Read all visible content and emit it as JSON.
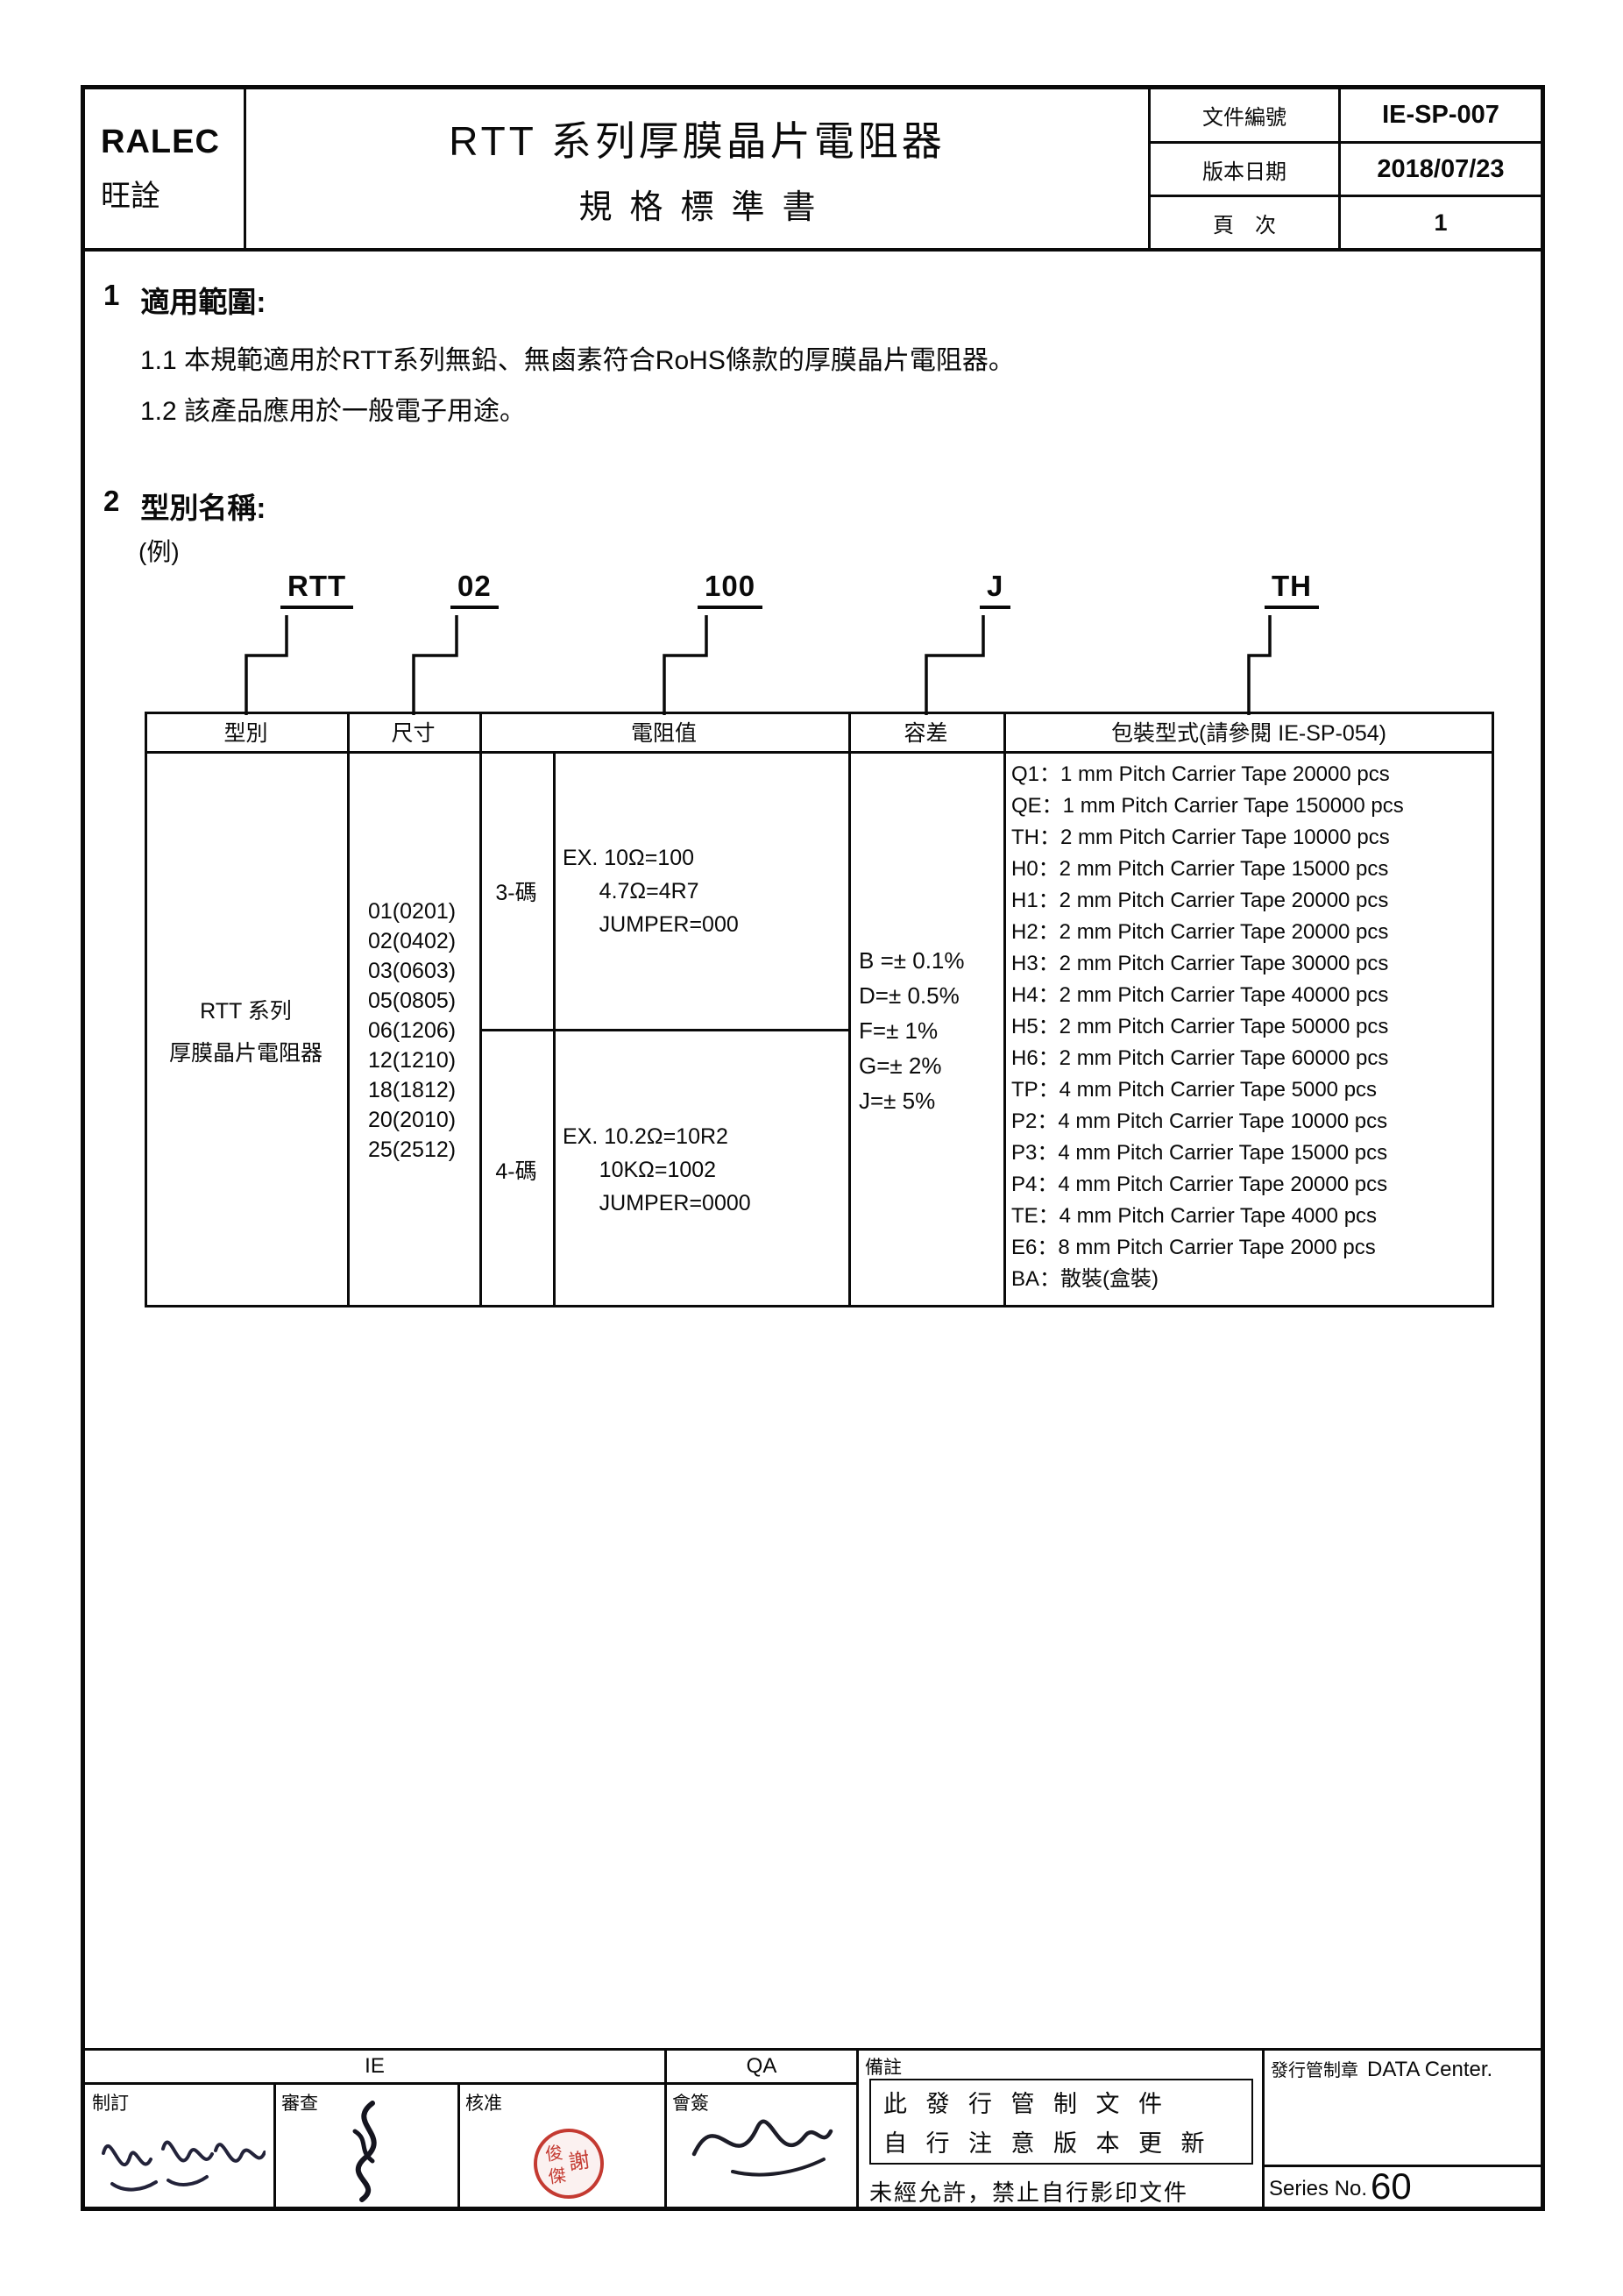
{
  "header": {
    "company_en": "RALEC",
    "company_cn": "旺詮",
    "title": "RTT 系列厚膜晶片電阻器",
    "subtitle": "規格標準書",
    "doc_no_label": "文件編號",
    "doc_no": "IE-SP-007",
    "date_label": "版本日期",
    "date": "2018/07/23",
    "page_label": "頁　次",
    "page": "1"
  },
  "scope": {
    "number": "1",
    "title": "適用範圍:",
    "item1": "1.1 本規範適用於RTT系列無鉛、無鹵素符合RoHS條款的厚膜晶片電阻器。",
    "item2": "1.2 該產品應用於一般電子用途。"
  },
  "model": {
    "number": "2",
    "title": "型別名稱:",
    "example": "(例)",
    "codes": [
      "RTT",
      "02",
      "100",
      "J",
      "TH"
    ],
    "table": {
      "col_type": "型別",
      "col_size": "尺寸",
      "col_resistance": "電阻值",
      "col_tolerance": "容差",
      "col_packing": "包裝型式(請參閱 IE-SP-054)",
      "type_line1": "RTT 系列",
      "type_line2": "厚膜晶片電阻器",
      "sizes": [
        "01(0201)",
        "02(0402)",
        "03(0603)",
        "05(0805)",
        "06(1206)",
        "12(1210)",
        "18(1812)",
        "20(2010)",
        "25(2512)"
      ],
      "code3_label": "3-碼",
      "code3_lines": [
        "EX. 10Ω=100",
        "      4.7Ω=4R7",
        "      JUMPER=000"
      ],
      "code4_label": "4-碼",
      "code4_lines": [
        "EX. 10.2Ω=10R2",
        "      10KΩ=1002",
        "      JUMPER=0000"
      ],
      "tolerances": [
        "B =± 0.1%",
        "D=± 0.5%",
        "F=± 1%",
        "G=± 2%",
        "J=± 5%"
      ],
      "packing": [
        "Q1：1 mm Pitch Carrier Tape 20000 pcs",
        "QE：1 mm Pitch Carrier Tape 150000 pcs",
        "TH：2 mm Pitch Carrier Tape 10000 pcs",
        "H0：2 mm Pitch Carrier Tape 15000 pcs",
        "H1：2 mm Pitch Carrier Tape 20000 pcs",
        "H2：2 mm Pitch Carrier Tape 20000 pcs",
        "H3：2 mm Pitch Carrier Tape 30000 pcs",
        "H4：2 mm Pitch Carrier Tape 40000 pcs",
        "H5：2 mm Pitch Carrier Tape 50000 pcs",
        "H6：2 mm Pitch Carrier Tape 60000 pcs",
        "TP：4 mm Pitch Carrier Tape 5000 pcs",
        "P2：4 mm Pitch Carrier Tape 10000 pcs",
        "P3：4 mm Pitch Carrier Tape 15000 pcs",
        "P4：4 mm Pitch Carrier Tape 20000 pcs",
        "TE：4 mm Pitch Carrier Tape 4000 pcs",
        "E6：8 mm Pitch Carrier Tape 2000 pcs",
        "BA：散裝(盒裝)"
      ]
    }
  },
  "footer": {
    "ie": "IE",
    "qa": "QA",
    "role_draft": "制訂",
    "role_review": "審查",
    "role_approve": "核准",
    "role_countersign": "會簽",
    "remark_label": "備註",
    "remark_line1": "此 發 行 管 制 文 件",
    "remark_line2": "自 行 注 意 版 本 更 新",
    "remark_line3": "未經允許，禁止自行影印文件",
    "control_label": "發行管制章",
    "control_value": "DATA Center.",
    "series_label": "Series No.",
    "series_value": "60",
    "stamp_right": "謝",
    "stamp_left": "俊傑"
  }
}
